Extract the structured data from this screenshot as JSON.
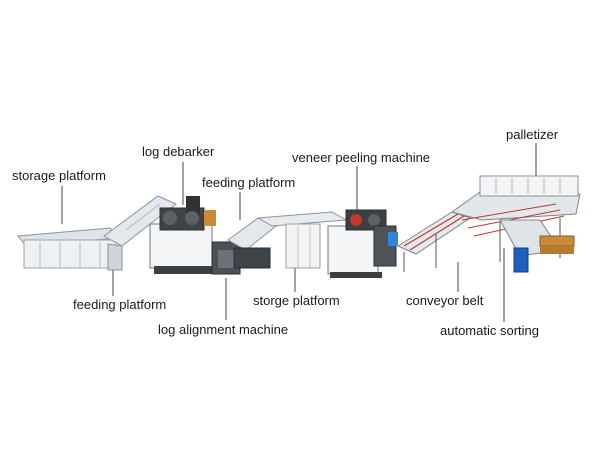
{
  "labels": {
    "storage_platform": "storage platform",
    "log_debarker": "log debarker",
    "feeding_platform_top": "feeding platform",
    "veneer_peeling_machine": "veneer peeling machine",
    "palletizer": "palletizer",
    "feeding_platform_bottom": "feeding platform",
    "log_alignment_machine": "log alignment machine",
    "storge_platform": "storge platform",
    "conveyor_belt": "conveyor belt",
    "automatic_sorting": "automatic sorting"
  }
}
